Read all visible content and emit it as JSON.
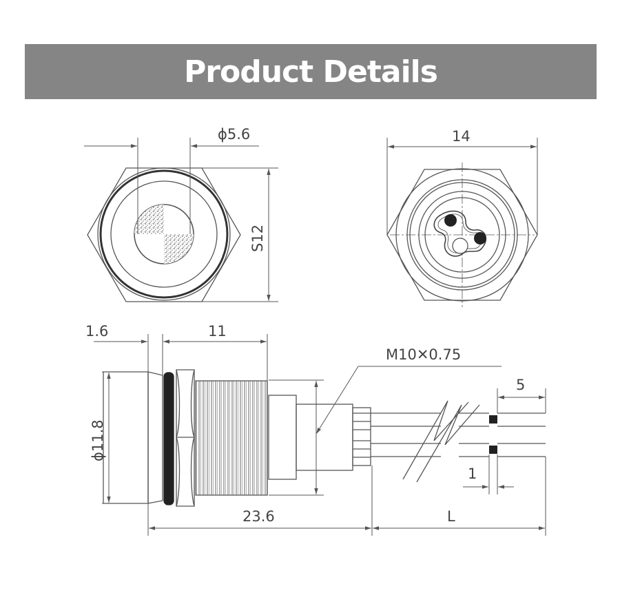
{
  "header": {
    "title": "Product Details"
  },
  "dimensions": {
    "lens_diameter": "ϕ5.6",
    "hex_width": "14",
    "hex_height": "S12",
    "bezel": "1.6",
    "thread_length": "11",
    "thread_spec": "M10✕0.75",
    "wire_strip": "5",
    "head_diameter": "ϕ11.8",
    "body_length": "23.6",
    "wire_length": "L",
    "strip_gap": "1"
  },
  "colors": {
    "banner": "#858585",
    "line": "#555555",
    "accent": "#222222"
  }
}
